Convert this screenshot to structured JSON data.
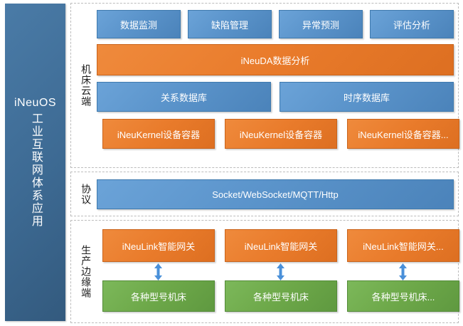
{
  "left_panel": {
    "brand": "iNeuOS",
    "title": "工业互联网体系应用"
  },
  "sections": {
    "cloud": {
      "label": "机床云端",
      "apps": [
        {
          "label": "数据监测"
        },
        {
          "label": "缺陷管理"
        },
        {
          "label": "异常预测"
        },
        {
          "label": "评估分析"
        }
      ],
      "analysis_bar": {
        "label": "iNeuDA数据分析"
      },
      "databases": [
        {
          "label": "关系数据库"
        },
        {
          "label": "时序数据库"
        }
      ],
      "containers": [
        {
          "label": "iNeuKernel设备容器"
        },
        {
          "label": "iNeuKernel设备容器"
        },
        {
          "label": "iNeuKernel设备容器..."
        }
      ]
    },
    "protocol": {
      "label": "协议",
      "bar": {
        "label": "Socket/WebSocket/MQTT/Http"
      }
    },
    "edge": {
      "label": "生产边缘端",
      "columns": [
        {
          "gateway": "iNeuLink智能网关",
          "machine": "各种型号机床"
        },
        {
          "gateway": "iNeuLink智能网关",
          "machine": "各种型号机床"
        },
        {
          "gateway": "iNeuLink智能网关...",
          "machine": "各种型号机床..."
        }
      ]
    }
  },
  "colors": {
    "panel_blue": "#3d6a93",
    "node_blue": "#5b94cb",
    "node_orange": "#e97b2b",
    "node_green": "#6da849",
    "arrow_blue": "#4a90d9",
    "section_border": "#bcbcbc",
    "background": "#ffffff"
  }
}
